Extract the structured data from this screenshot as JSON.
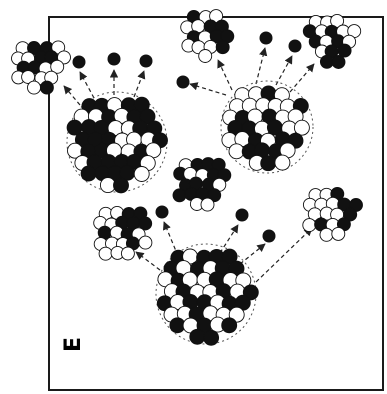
{
  "figure": {
    "panel_label": "E"
  },
  "clusters": [
    {
      "id": "emitter-top-left",
      "role": "emitting"
    },
    {
      "id": "emitter-top-right",
      "role": "emitting"
    },
    {
      "id": "emitter-bottom",
      "role": "emitting"
    },
    {
      "id": "fragment-far-left",
      "role": "daughter"
    },
    {
      "id": "fragment-top-center",
      "role": "daughter"
    },
    {
      "id": "fragment-top-right",
      "role": "daughter"
    },
    {
      "id": "fragment-center",
      "role": "daughter"
    },
    {
      "id": "fragment-mid-left",
      "role": "daughter"
    },
    {
      "id": "fragment-right",
      "role": "daughter"
    }
  ],
  "colors": {
    "frame": "#1a1a1a",
    "particle_filled": "#111111",
    "particle_open": "#ffffff",
    "arrow": "#222222"
  }
}
